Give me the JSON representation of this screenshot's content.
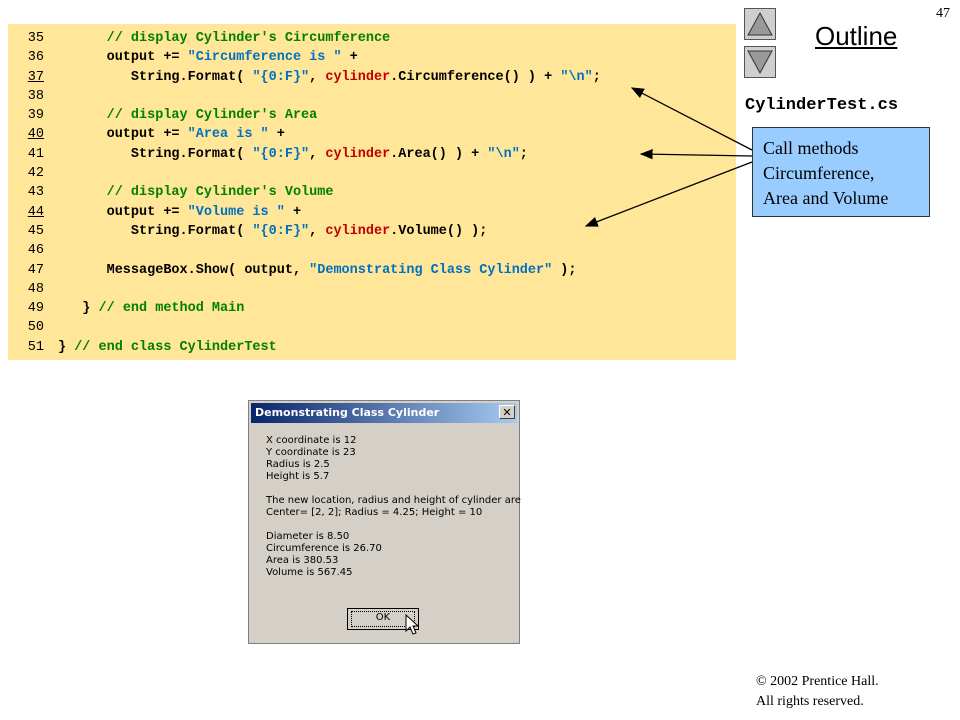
{
  "slide_number": "47",
  "outline_label": "Outline",
  "filename": "CylinderTest.cs",
  "callout": [
    "Call methods",
    "Circumference,",
    "Area and Volume"
  ],
  "copyright": [
    "© 2002 Prentice Hall.",
    "All rights reserved."
  ],
  "code_lines": [
    {
      "num": "35",
      "underline": false,
      "html": "<span class=\"c-cmt\">      // display Cylinder's Circumference</span>"
    },
    {
      "num": "36",
      "underline": false,
      "html": "      output += <span class=\"c-str\">\"Circumference is \"</span> +"
    },
    {
      "num": "37",
      "underline": true,
      "html": "         String.Format( <span class=\"c-str\">\"{0:F}\"</span>, <span class=\"c-var\">cylinder</span>.Circumference() ) + <span class=\"c-str\">\"\\n\"</span>;"
    },
    {
      "num": "38",
      "underline": false,
      "html": ""
    },
    {
      "num": "39",
      "underline": false,
      "html": "<span class=\"c-cmt\">      // display Cylinder's Area</span>"
    },
    {
      "num": "40",
      "underline": true,
      "html": "      output += <span class=\"c-str\">\"Area is \"</span> +"
    },
    {
      "num": "41",
      "underline": false,
      "html": "         String.Format( <span class=\"c-str\">\"{0:F}\"</span>, <span class=\"c-var\">cylinder</span>.Area() ) + <span class=\"c-str\">\"\\n\"</span>;"
    },
    {
      "num": "42",
      "underline": false,
      "html": ""
    },
    {
      "num": "43",
      "underline": false,
      "html": "<span class=\"c-cmt\">      // display Cylinder's Volume</span>"
    },
    {
      "num": "44",
      "underline": true,
      "html": "      output += <span class=\"c-str\">\"Volume is \"</span> +"
    },
    {
      "num": "45",
      "underline": false,
      "html": "         String.Format( <span class=\"c-str\">\"{0:F}\"</span>, <span class=\"c-var\">cylinder</span>.Volume() );"
    },
    {
      "num": "46",
      "underline": false,
      "html": ""
    },
    {
      "num": "47",
      "underline": false,
      "html": "      MessageBox.Show( output, <span class=\"c-str\">\"Demonstrating Class Cylinder\"</span> );"
    },
    {
      "num": "48",
      "underline": false,
      "html": ""
    },
    {
      "num": "49",
      "underline": false,
      "html": "   } <span class=\"c-cmt\">// end method Main</span>"
    },
    {
      "num": "50",
      "underline": false,
      "html": ""
    },
    {
      "num": "51",
      "underline": false,
      "html": "} <span class=\"c-cmt\">// end class CylinderTest</span>"
    }
  ],
  "dialog": {
    "title": "Demonstrating Class Cylinder",
    "close_glyph": "✕",
    "lines": [
      "X coordinate is 12",
      "Y coordinate is 23",
      "Radius is 2.5",
      "Height is 5.7",
      "",
      "The new location, radius and height of cylinder are",
      "Center= [2, 2]; Radius = 4.25; Height = 10",
      "",
      "Diameter is 8.50",
      "Circumference is 26.70",
      "Area is 380.53",
      "Volume is 567.45"
    ],
    "ok_label": "OK"
  }
}
